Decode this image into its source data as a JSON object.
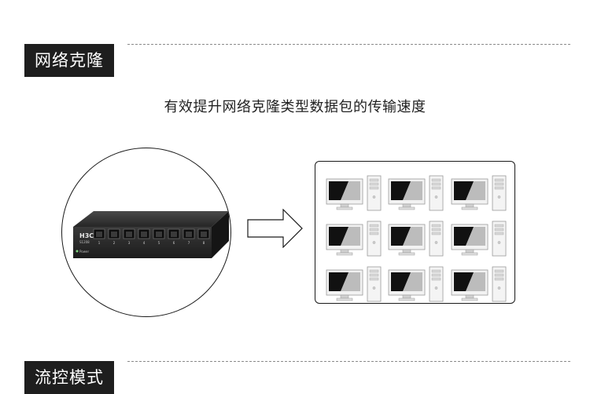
{
  "sections": {
    "clone": {
      "title": "网络克隆"
    },
    "flow": {
      "title": "流控模式"
    }
  },
  "subtitle": "有效提升网络克隆类型数据包的传输速度",
  "device": {
    "brand": "H3C",
    "model": "S1208",
    "power_label": "Power",
    "port_numbers": [
      "1",
      "2",
      "3",
      "4",
      "5",
      "6",
      "7",
      "8"
    ]
  },
  "computers": {
    "rows": 3,
    "cols": 3
  },
  "colors": {
    "tag_background": "#1e1e1e",
    "tag_text": "#ffffff",
    "switch_body": "#2b2b2b"
  }
}
